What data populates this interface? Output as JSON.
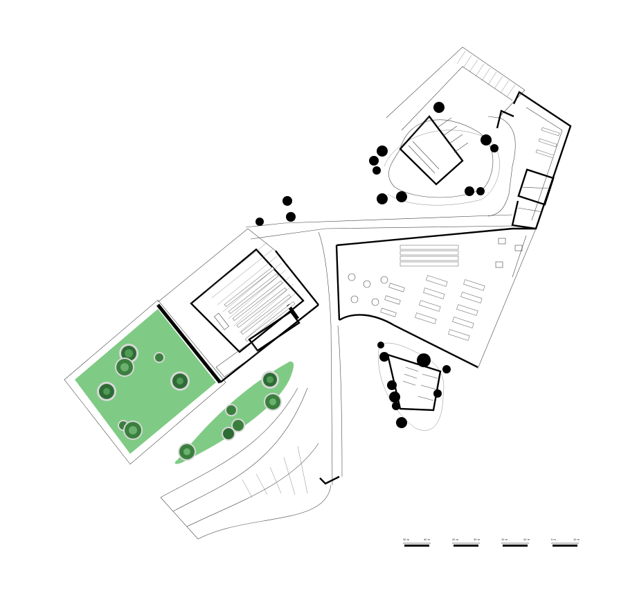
{
  "plan": {
    "scale_bars": [
      {
        "label_start": "30 m",
        "label_end": "40 m"
      },
      {
        "label_start": "20 m",
        "label_end": "30 m"
      },
      {
        "label_start": "10 m",
        "label_end": "20 m"
      },
      {
        "label_start": "0 m",
        "label_end": "10 m"
      }
    ]
  }
}
